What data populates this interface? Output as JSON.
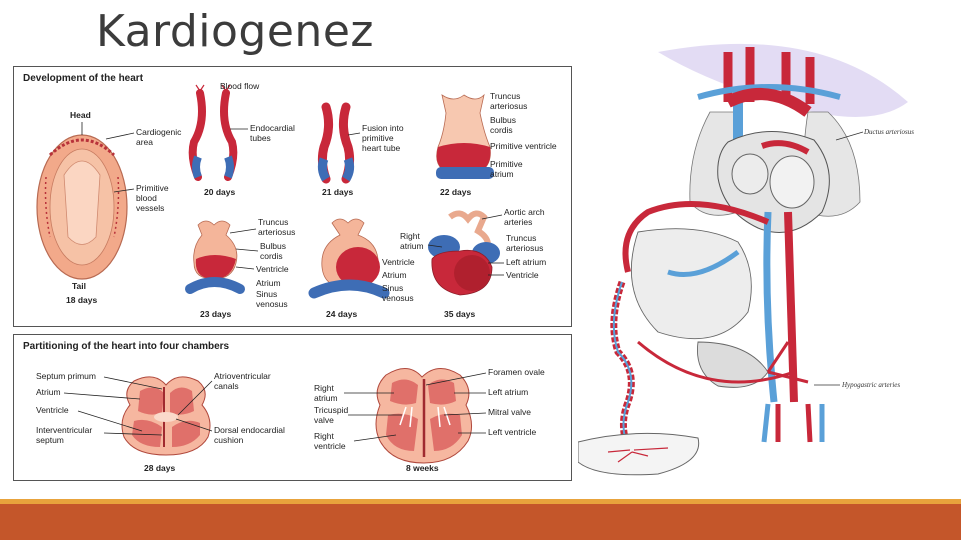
{
  "slide": {
    "title": "Kardiogenez"
  },
  "colors": {
    "footer_bar": "#c4562a",
    "footer_line": "#e8a33c",
    "artery_red": "#c8283a",
    "vein_blue": "#3e6db5",
    "embryo_pink": "#f2a98a"
  },
  "panel_development": {
    "heading": "Development of the heart",
    "labels": {
      "head": "Head",
      "tail": "Tail",
      "cardiogenic_1": "Cardiogenic",
      "cardiogenic_2": "area",
      "primitive_blood_1": "Primitive",
      "primitive_blood_2": "blood",
      "primitive_blood_3": "vessels",
      "blood_flow": "Blood flow",
      "endocardial_1": "Endocardial",
      "endocardial_2": "tubes",
      "fusion_1": "Fusion into",
      "fusion_2": "primitive",
      "fusion_3": "heart tube",
      "truncus_22_1": "Truncus",
      "truncus_22_2": "arteriosus",
      "bulbus_22_1": "Bulbus",
      "bulbus_22_2": "cordis",
      "prim_ventricle": "Primitive ventricle",
      "prim_atrium_1": "Primitive",
      "prim_atrium_2": "atrium",
      "truncus_23_1": "Truncus",
      "truncus_23_2": "arteriosus",
      "bulbus_23_1": "Bulbus",
      "bulbus_23_2": "cordis",
      "ventricle_23": "Ventricle",
      "atrium_23": "Atrium",
      "sinus_23_1": "Sinus",
      "sinus_23_2": "venosus",
      "ventricle_24": "Ventricle",
      "atrium_24": "Atrium",
      "sinus_24_1": "Sinus",
      "sinus_24_2": "venosus",
      "aortic_1": "Aortic arch",
      "aortic_2": "arteries",
      "right_atrium_1": "Right",
      "right_atrium_2": "atrium",
      "truncus_35_1": "Truncus",
      "truncus_35_2": "arteriosus",
      "left_atrium": "Left atrium",
      "ventricle_35": "Ventricle"
    },
    "captions": {
      "d18": "18 days",
      "d20": "20 days",
      "d21": "21 days",
      "d22": "22 days",
      "d23": "23 days",
      "d24": "24 days",
      "d35": "35 days"
    }
  },
  "panel_partitioning": {
    "heading": "Partitioning of the heart into four chambers",
    "labels": {
      "septum_primum": "Septum primum",
      "atrium": "Atrium",
      "ventricle": "Ventricle",
      "interventricular_1": "Interventricular",
      "interventricular_2": "septum",
      "av_canals_1": "Atrioventricular",
      "av_canals_2": "canals",
      "dorsal_1": "Dorsal endocardial",
      "dorsal_2": "cushion",
      "right_atrium_1": "Right",
      "right_atrium_2": "atrium",
      "tricuspid_1": "Tricuspid",
      "tricuspid_2": "valve",
      "right_ventricle_1": "Right",
      "right_ventricle_2": "ventricle",
      "foramen_ovale": "Foramen ovale",
      "left_atrium": "Left atrium",
      "mitral_valve": "Mitral valve",
      "left_ventricle": "Left ventricle"
    },
    "captions": {
      "d28": "28 days",
      "w8": "8 weeks"
    }
  },
  "fetal_circulation": {
    "labels": {
      "ductus": "Ductus arteriosus",
      "hypogastric": "Hypogastric arteries"
    }
  }
}
